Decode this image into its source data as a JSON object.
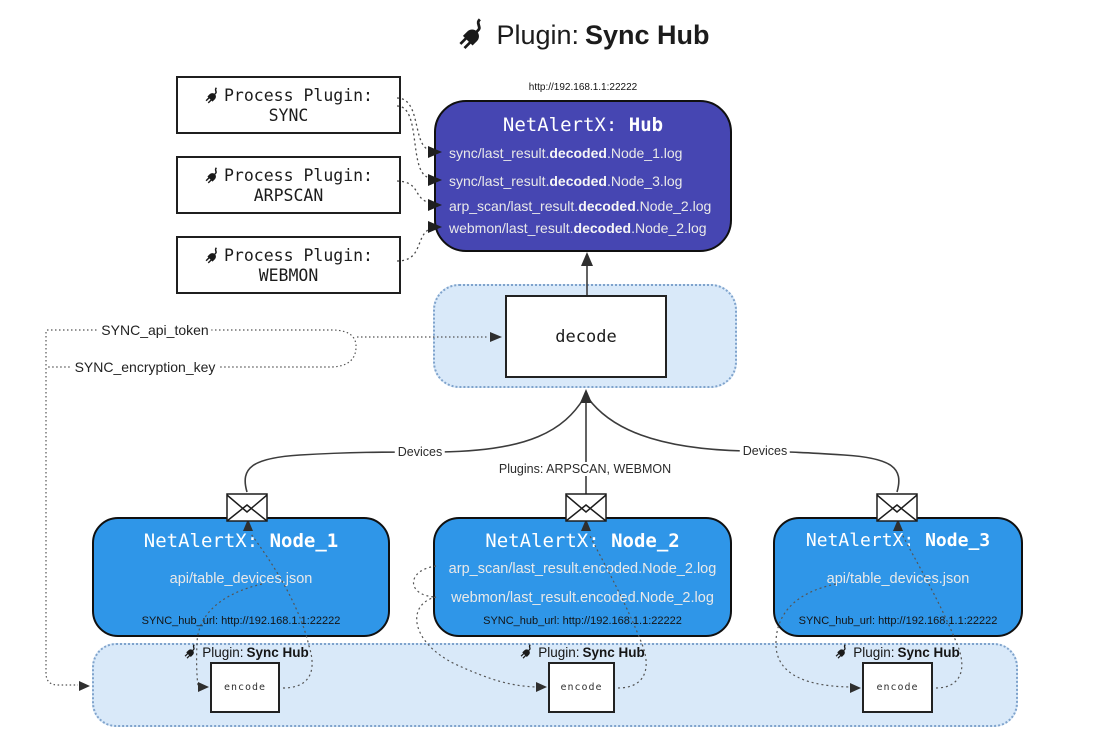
{
  "title": {
    "prefix": "Plugin: ",
    "name": "Sync Hub"
  },
  "hub": {
    "url": "http://192.168.1.1:22222",
    "title_prefix": "NetAlertX: ",
    "title_name": "Hub",
    "files": [
      {
        "pre": "sync/last_result.",
        "bold": "decoded",
        "post": ".Node_1.log"
      },
      {
        "pre": "sync/last_result.",
        "bold": "decoded",
        "post": ".Node_3.log"
      },
      {
        "pre": "arp_scan/last_result.",
        "bold": "decoded",
        "post": ".Node_2.log"
      },
      {
        "pre": "webmon/last_result.",
        "bold": "decoded",
        "post": ".Node_2.log"
      }
    ]
  },
  "process_plugins": [
    {
      "label": "Process Plugin:",
      "name": "SYNC"
    },
    {
      "label": "Process Plugin:",
      "name": "ARPSCAN"
    },
    {
      "label": "Process Plugin:",
      "name": "WEBMON"
    }
  ],
  "decode_label": "decode",
  "config": {
    "api_token_label": "SYNC_api_token",
    "encryption_key_label": "SYNC_encryption_key"
  },
  "edge_labels": {
    "devices_left": "Devices",
    "plugins_center": "Plugins: ARPSCAN, WEBMON",
    "devices_right": "Devices"
  },
  "nodes": [
    {
      "title_prefix": "NetAlertX: ",
      "title_name": "Node_1",
      "files": [
        "api/table_devices.json"
      ],
      "hub_url_label": "SYNC_hub_url: http://192.168.1.1:22222"
    },
    {
      "title_prefix": "NetAlertX: ",
      "title_name": "Node_2",
      "files": [
        "arp_scan/last_result.encoded.Node_2.log",
        "webmon/last_result.encoded.Node_2.log"
      ],
      "hub_url_label": "SYNC_hub_url: http://192.168.1.1:22222"
    },
    {
      "title_prefix": "NetAlertX: ",
      "title_name": "Node_3",
      "files": [
        "api/table_devices.json"
      ],
      "hub_url_label": "SYNC_hub_url: http://192.168.1.1:22222"
    }
  ],
  "encoders": [
    {
      "label_prefix": "Plugin: ",
      "label_name": "Sync Hub",
      "box_label": "encode"
    },
    {
      "label_prefix": "Plugin: ",
      "label_name": "Sync Hub",
      "box_label": "encode"
    },
    {
      "label_prefix": "Plugin: ",
      "label_name": "Sync Hub",
      "box_label": "encode"
    }
  ],
  "colors": {
    "hub_bg": "#4646b2",
    "node_bg": "#2f96e8",
    "panel_bg": "#d9e9f9",
    "panel_border": "#7fa3cc",
    "line": "#3c3c3c"
  }
}
